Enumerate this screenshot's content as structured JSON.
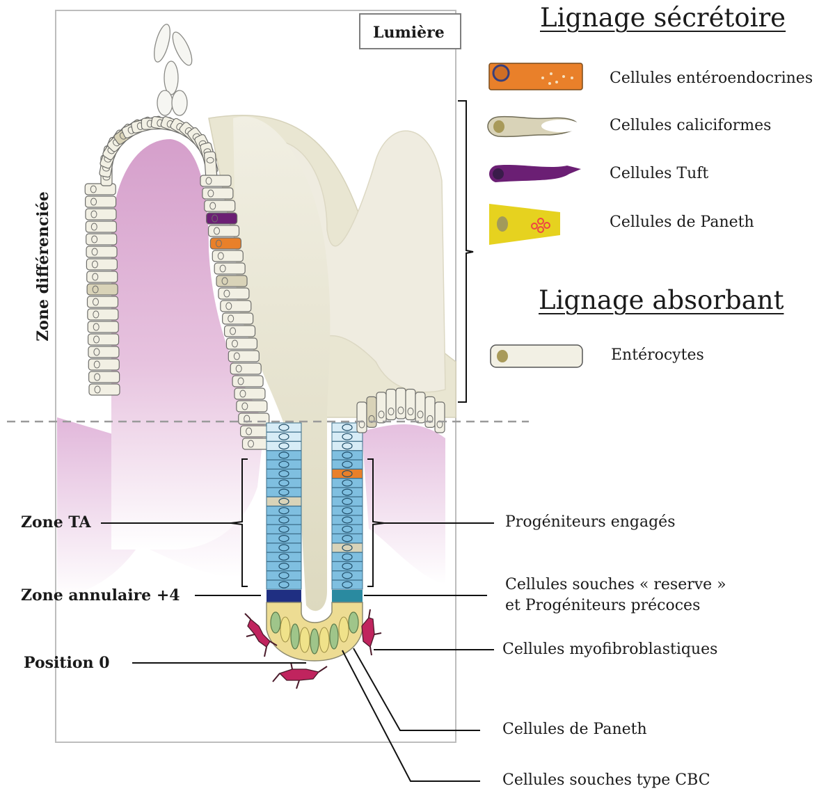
{
  "lumen_label": "Lumière",
  "zone_differentiated_label": "Zone différenciée",
  "secretory_heading": "Lignage sécrétoire",
  "absorptive_heading": "Lignage absorbant",
  "legend": {
    "enteroendocrine": "Cellules entéroendocrines",
    "goblet": "Cellules caliciformes",
    "tuft": "Cellules Tuft",
    "paneth": "Cellules de Paneth",
    "enterocytes": "Entérocytes"
  },
  "left_labels": {
    "zone_ta": "Zone TA",
    "zone_annular": "Zone annulaire +4",
    "position_zero": "Position 0"
  },
  "right_labels": {
    "committed_progenitors": "Progéniteurs engagés",
    "reserve_line1": "Cellules souches « reserve »",
    "reserve_line2": "et Progéniteurs précoces",
    "myofibroblasts": "Cellules myofibroblastiques",
    "paneth_cells": "Cellules de Paneth",
    "cbc_stem_cells": "Cellules souches type CBC"
  },
  "colors": {
    "enteroendocrine": "#e9802a",
    "goblet": "#d9d3b8",
    "tuft": "#6b1f74",
    "paneth": "#e6d21f",
    "enterocyte": "#f2f0e4",
    "ta_cells": "#7fbfe0",
    "annular_left": "#1f2f82",
    "annular_right": "#2a8aa0",
    "myofibroblast": "#c0245e",
    "lamina_propria": "#d59fcb"
  }
}
